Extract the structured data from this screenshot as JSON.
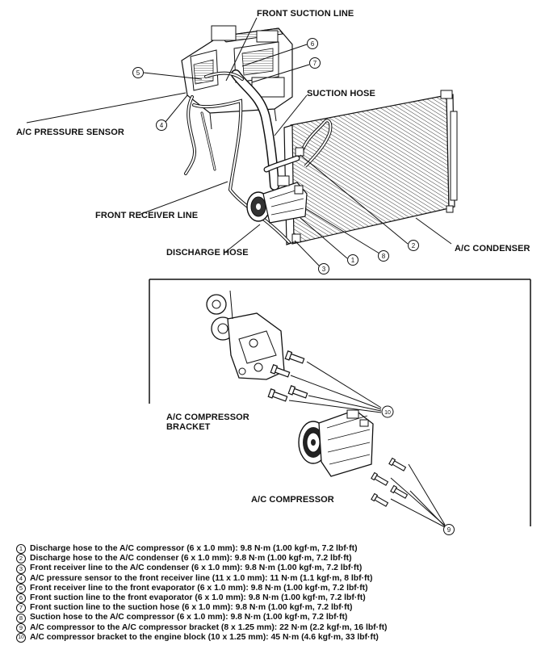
{
  "labels": {
    "front_suction_line": "FRONT SUCTION LINE",
    "suction_hose": "SUCTION HOSE",
    "ac_pressure_sensor": "A/C PRESSURE SENSOR",
    "front_receiver_line": "FRONT RECEIVER LINE",
    "discharge_hose": "DISCHARGE HOSE",
    "ac_condenser": "A/C CONDENSER",
    "ac_compressor_bracket_line1": "A/C COMPRESSOR",
    "ac_compressor_bracket_line2": "BRACKET",
    "ac_compressor": "A/C COMPRESSOR"
  },
  "callouts": [
    "1",
    "2",
    "3",
    "4",
    "5",
    "6",
    "7",
    "8",
    "9",
    "10"
  ],
  "legend": [
    {
      "num": "1",
      "text": "Discharge hose to the A/C compressor (6 x 1.0 mm): 9.8 N·m (1.00 kgf·m, 7.2 lbf·ft)"
    },
    {
      "num": "2",
      "text": "Discharge hose to the A/C condenser (6 x 1.0 mm): 9.8 N·m (1.00 kgf·m, 7.2 lbf·ft)"
    },
    {
      "num": "3",
      "text": "Front receiver line to the A/C condenser (6 x 1.0 mm): 9.8 N·m (1.00 kgf·m, 7.2 lbf·ft)"
    },
    {
      "num": "4",
      "text": "A/C pressure sensor to the front receiver line (11 x 1.0 mm): 11 N·m (1.1 kgf·m, 8 lbf·ft)"
    },
    {
      "num": "5",
      "text": "Front receiver line to the front evaporator (6 x 1.0 mm): 9.8 N·m (1.00 kgf·m, 7.2 lbf·ft)"
    },
    {
      "num": "6",
      "text": "Front suction line to the front evaporator (6 x 1.0 mm): 9.8 N·m (1.00 kgf·m, 7.2 lbf·ft)"
    },
    {
      "num": "7",
      "text": "Front suction line to the suction hose (6 x 1.0 mm): 9.8 N·m (1.00 kgf·m, 7.2 lbf·ft)"
    },
    {
      "num": "8",
      "text": "Suction hose to the A/C compressor (6 x 1.0 mm): 9.8 N·m (1.00 kgf·m, 7.2 lbf·ft)"
    },
    {
      "num": "9",
      "text": "A/C compressor to the A/C compressor bracket (8 x 1.25 mm): 22 N·m (2.2 kgf·m, 16 lbf·ft)"
    },
    {
      "num": "10",
      "text": "A/C compressor bracket to the engine block (10 x 1.25 mm): 45 N·m (4.6 kgf·m, 33 lbf·ft)"
    }
  ]
}
